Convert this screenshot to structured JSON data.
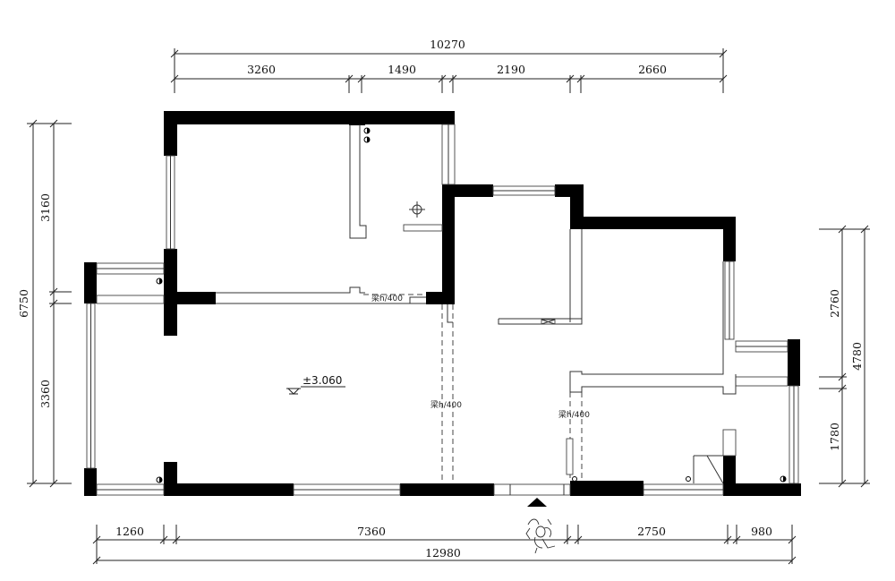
{
  "dimensions": {
    "top_total": "10270",
    "top_segments": [
      "3260",
      "1490",
      "2190",
      "2660"
    ],
    "bottom_total": "12980",
    "bottom_segments": [
      "1260",
      "7360",
      "2750",
      "980"
    ],
    "left_total": "6750",
    "left_segments": [
      "3160",
      "3360"
    ],
    "right_total": "4780",
    "right_segments": [
      "2760",
      "1780"
    ]
  },
  "level_mark": "±3.060",
  "beam_labels": [
    "梁h/400",
    "梁h/400",
    "梁h/400"
  ],
  "icons": {
    "entrance": "entrance-arrow-icon",
    "person": "person-figure-icon",
    "outlet": "outlet-symbol-icon",
    "ceiling_light": "ceiling-light-icon",
    "level": "level-marker-icon"
  }
}
